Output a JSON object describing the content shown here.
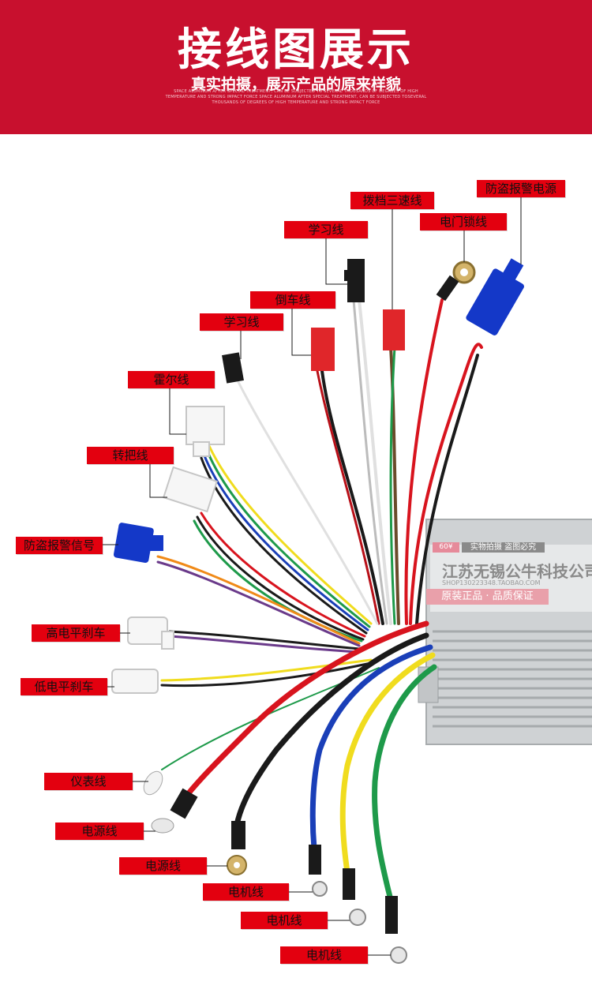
{
  "header": {
    "title": "接线图展示",
    "subtitle": "真实拍摄，展示产品的原来样貌",
    "fine_print": "SPACE ALUMINUM AFTER SPECIAL TREATMENT, CAN BE SUBJECTED TO SEVERAL THOUSANDS OF DEGREES OF HIGH TEMPERATURE AND STRONG IMPACT FORCE SPACE ALUMINUM AFTER SPECIAL TREATMENT, CAN BE SUBJECTED TOSEVERAL THOUSANDS OF DEGREES OF HIGH TEMPERATURE AND STRONG IMPACT FORCE"
  },
  "labels": {
    "anti_theft_power": "防盗报警电源",
    "gear_three_speed": "拨档三速线",
    "e_lock": "电门锁线",
    "learn_1": "学习线",
    "reverse": "倒车线",
    "learn_2": "学习线",
    "hall": "霍尔线",
    "throttle": "转把线",
    "anti_theft_signal": "防盗报警信号",
    "high_brake": "高电平刹车",
    "low_brake": "低电平刹车",
    "meter": "仪表线",
    "power_1": "电源线",
    "power_2": "电源线",
    "motor_1": "电机线",
    "motor_2": "电机线",
    "motor_3": "电机线"
  },
  "watermark": {
    "tag": "60¥",
    "box": "实物拍摄 盗图必究",
    "company": "江苏无锡公牛科技公司",
    "shop": "SHOP130223348.TAOBAO.COM",
    "quality": "原装正品 · 品质保证"
  },
  "colors": {
    "header_bg": "#c8102e",
    "label_bg": "#e3000f",
    "wire_red": "#d8141e",
    "wire_black": "#1a1a1a",
    "wire_blue": "#1a3fb8",
    "wire_yellow": "#f0dc1e",
    "wire_green": "#1e9a4a",
    "wire_white": "#e6e6e6",
    "wire_purple": "#6a3a8a",
    "wire_orange": "#f08a18",
    "wire_brown": "#6a4a2a",
    "connector_red": "#e0262a",
    "connector_blue": "#1438c8",
    "connector_white": "#f6f6f6",
    "controller_body": "#d4d6d8"
  }
}
